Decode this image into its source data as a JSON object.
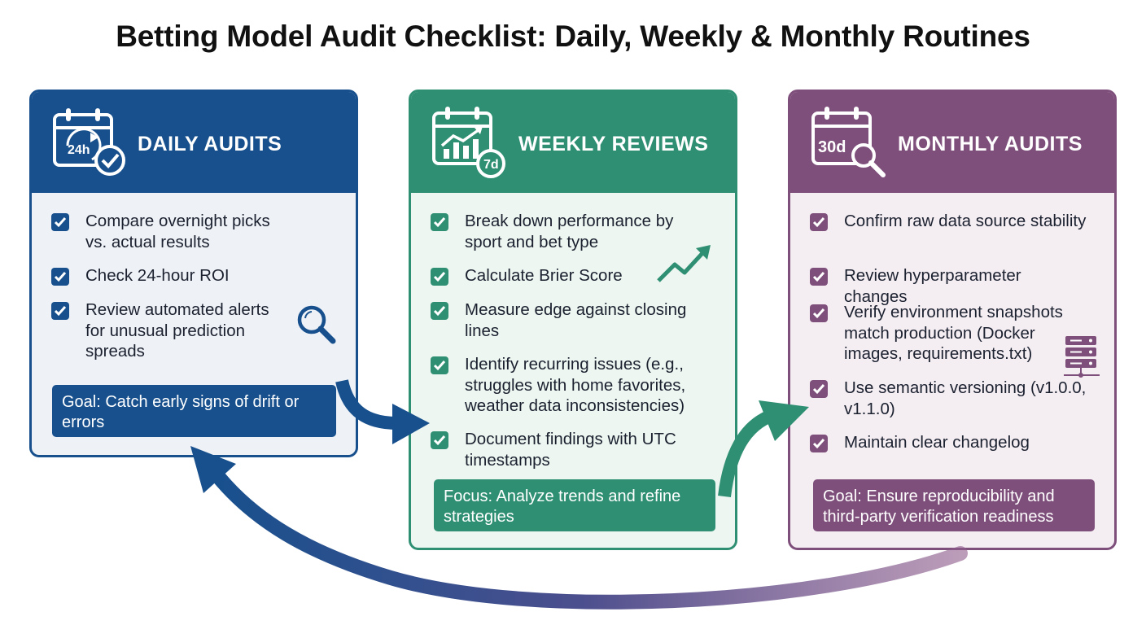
{
  "title": "Betting Model Audit Checklist: Daily, Weekly & Monthly Routines",
  "colors": {
    "daily": "#17508d",
    "weekly": "#2f8f73",
    "monthly": "#7f4f7c"
  },
  "daily": {
    "header": "DAILY AUDITS",
    "icon": "calendar-24h-check-icon",
    "badge": "24h",
    "items": [
      "Compare overnight picks vs. actual results",
      "Check 24-hour ROI",
      "Review automated alerts for unusual prediction spreads"
    ],
    "goal": "Goal: Catch early signs of drift or errors"
  },
  "weekly": {
    "header": "WEEKLY REVIEWS",
    "icon": "calendar-chart-7d-icon",
    "badge": "7d",
    "items": [
      "Break down performance by sport and bet type",
      "Calculate Brier Score",
      "Measure edge against closing lines",
      "Identify recurring issues (e.g., struggles with home favorites, weather data inconsistencies)",
      "Document findings with UTC timestamps"
    ],
    "goal": "Focus: Analyze trends and refine strategies"
  },
  "monthly": {
    "header": "MONTHLY AUDITS",
    "icon": "calendar-30d-magnifier-icon",
    "badge": "30d",
    "items": [
      "Confirm raw data source stability",
      "Review hyperparameter changes",
      "Verify environment snapshots match production (Docker images, requirements.txt)",
      "Use semantic versioning (v1.0.0, v1.1.0)",
      "Maintain clear changelog"
    ],
    "goal": "Goal: Ensure reproducibility and third-party verification readiness"
  }
}
